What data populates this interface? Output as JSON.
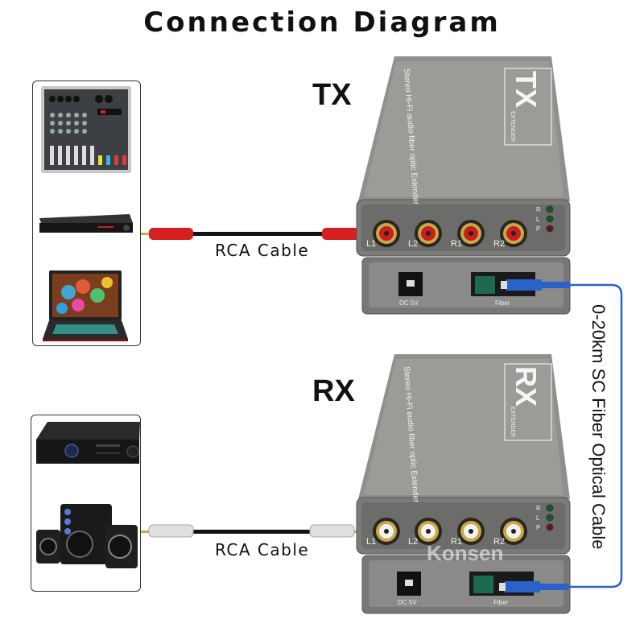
{
  "title": "Connection Diagram",
  "tx": {
    "label": "TX",
    "box_title": "TX",
    "box_subtitle": "EXTENDER",
    "top_text": "Stereo Hi-Fi audio fiber optic Extender",
    "ports": [
      "L1",
      "L2",
      "R1",
      "R2"
    ],
    "leds": [
      "R",
      "L",
      "P"
    ],
    "power_label": "DC 5V",
    "fiber_label": "Fiber",
    "jack_color": "#c81e1e"
  },
  "rx": {
    "label": "RX",
    "box_title": "RX",
    "box_subtitle": "EXTENDER",
    "top_text": "Stereo Hi-Fi audio fiber optic Extender",
    "ports": [
      "L1",
      "L2",
      "R1",
      "R2"
    ],
    "leds": [
      "R",
      "L",
      "P"
    ],
    "power_label": "DC 5V",
    "fiber_label": "Fiber",
    "jack_color": "#f2f2f2"
  },
  "source_devices": [
    "Audio mixer",
    "DVD player",
    "Laptop"
  ],
  "sink_devices": [
    "AV receiver",
    "2.1 speaker system"
  ],
  "cables": {
    "tx_rca_label": "RCA Cable",
    "rx_rca_label": "RCA Cable",
    "fiber_label": "0-20km SC Fiber Optical Cable",
    "tx_plug_color": "#d42020",
    "rx_plug_color": "#e6e6e6",
    "fiber_color": "#2a62c9"
  },
  "watermark": "Konsen",
  "colors": {
    "box_body": "#8a8a88",
    "box_top": "#9a9a97",
    "box_dark": "#5d5d5b",
    "led_green": "#0f5a2a",
    "led_red": "#6a0f1e"
  }
}
